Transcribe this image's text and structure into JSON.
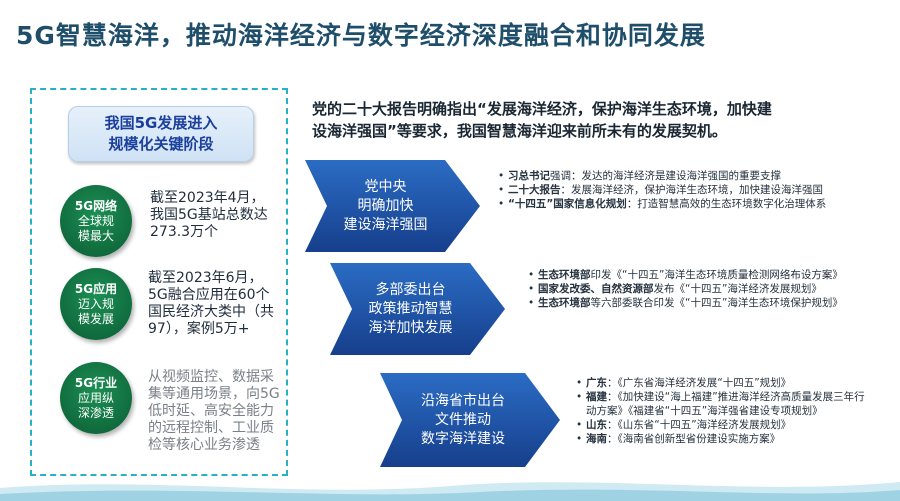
{
  "title": "5G智慧海洋，推动海洋经济与数字经济深度融合和协同发展",
  "left": {
    "stage_line1": "我国5G发展进入",
    "stage_line2": "规模化关键阶段",
    "items": [
      {
        "circle_l1": "5G网络",
        "circle_l2": "全球规",
        "circle_l3": "模最大",
        "text_lines": [
          "截至2023年4月，",
          "我国5G基站总数达",
          "273.3万个"
        ]
      },
      {
        "circle_l1": "5G应用",
        "circle_l2": "迈入规",
        "circle_l3": "模发展",
        "text_lines": [
          "截至2023年6月，",
          "5G融合应用在60个",
          "国民经济大类中（共",
          "97），案例5万+"
        ]
      },
      {
        "circle_l1": "5G行业",
        "circle_l2": "应用纵",
        "circle_l3": "深渗透",
        "text_lines": [
          "从视频监控、数据采",
          "集等通用场景，向5G",
          "低时延、高安全能力",
          "的远程控制、工业质",
          "检等核心业务渗透"
        ]
      }
    ]
  },
  "intro_line1": "党的二十大报告明确指出“发展海洋经济，保护海洋生态环境，加快建",
  "intro_line2": "设海洋强国”等要求，我国智慧海洋迎来前所未有的发展契机。",
  "rows": [
    {
      "arrow_lines": [
        "党中央",
        "明确加快",
        "建设海洋强国"
      ],
      "bullets": [
        {
          "bold": "习总书记",
          "rest": "强调：发达的海洋经济是建设海洋强国的重要支撑"
        },
        {
          "bold": "二十大报告",
          "rest": "：发展海洋经济，保护海洋生态环境，加快建设海洋强国"
        },
        {
          "bold": "“十四五”国家信息化规划",
          "rest": "：打造智慧高效的生态环境数字化治理体系"
        }
      ]
    },
    {
      "arrow_lines": [
        "多部委出台",
        "政策推动智慧",
        "海洋加快发展"
      ],
      "bullets": [
        {
          "bold": "生态环境部",
          "rest": "印发《“十四五”海洋生态环境质量检测网络布设方案》"
        },
        {
          "bold": "国家发改委、自然资源部",
          "rest": "发布《“十四五”海洋经济发展规划》"
        },
        {
          "bold": "生态环境部",
          "rest": "等六部委联合印发《“十四五”海洋生态环境保护规划》"
        }
      ]
    },
    {
      "arrow_lines": [
        "沿海省市出台",
        "文件推动",
        "数字海洋建设"
      ],
      "bullets": [
        {
          "bold": "广东",
          "rest": "：《广东省海洋经济发展“十四五”规划》"
        },
        {
          "bold": "福建",
          "rest": "：《加快建设“海上福建”推进海洋经济高质量发展三年行动方案》《福建省“十四五”海洋强省建设专项规划》"
        },
        {
          "bold": "山东",
          "rest": "：《山东省“十四五”海洋经济发展规划》"
        },
        {
          "bold": "海南",
          "rest": "：《海南省创新型省份建设实施方案》"
        }
      ]
    }
  ],
  "colors": {
    "title": "#1f4e6b",
    "accent_teal": "#27b1c4",
    "circle_green": "#0f6e3f",
    "arrow_blue": "#1a4fa0",
    "stage_text": "#1a3f9c"
  }
}
